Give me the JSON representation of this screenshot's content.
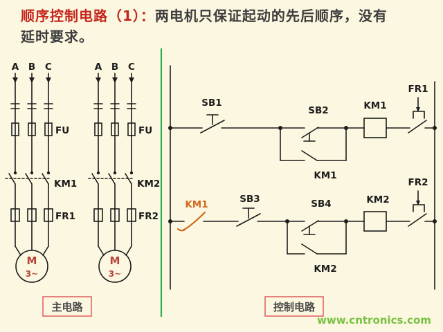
{
  "title": {
    "highlight": "顺序控制电路（1）：",
    "line1": "两电机只保证起动的先后顺序，没有",
    "line2": "延时要求。"
  },
  "main_circuit": {
    "caption": "主电路",
    "motor1": {
      "phase_a": "A",
      "phase_b": "B",
      "phase_c": "C",
      "fuse": "FU",
      "contactor": "KM1",
      "overload": "FR1",
      "motor_letter": "M",
      "motor_phases": "3~"
    },
    "motor2": {
      "phase_a": "A",
      "phase_b": "B",
      "phase_c": "C",
      "fuse": "FU",
      "contactor": "KM2",
      "overload": "FR2",
      "motor_letter": "M",
      "motor_phases": "3~"
    }
  },
  "control_circuit": {
    "caption": "控制电路",
    "rung1": {
      "stop_button": "SB1",
      "start_button": "SB2",
      "seal_in_contact": "KM1",
      "coil": "KM1",
      "overload_contact": "FR1"
    },
    "rung2": {
      "interlock_contact": "KM1",
      "stop_button": "SB3",
      "start_button": "SB4",
      "seal_in_contact": "KM2",
      "coil": "KM2",
      "overload_contact": "FR2"
    }
  },
  "watermark": "www.cntronics.com",
  "colors": {
    "background": "#fcf7e0",
    "title_red": "#c4261d",
    "text_dark": "#3d3d3d",
    "line_black": "#1c1c1c",
    "divider_green": "#2faa4f",
    "motor_red": "#b5433a",
    "interlock_orange": "#d2691e",
    "caption_border_pink": "#e06666",
    "watermark_green": "#7ac143"
  }
}
